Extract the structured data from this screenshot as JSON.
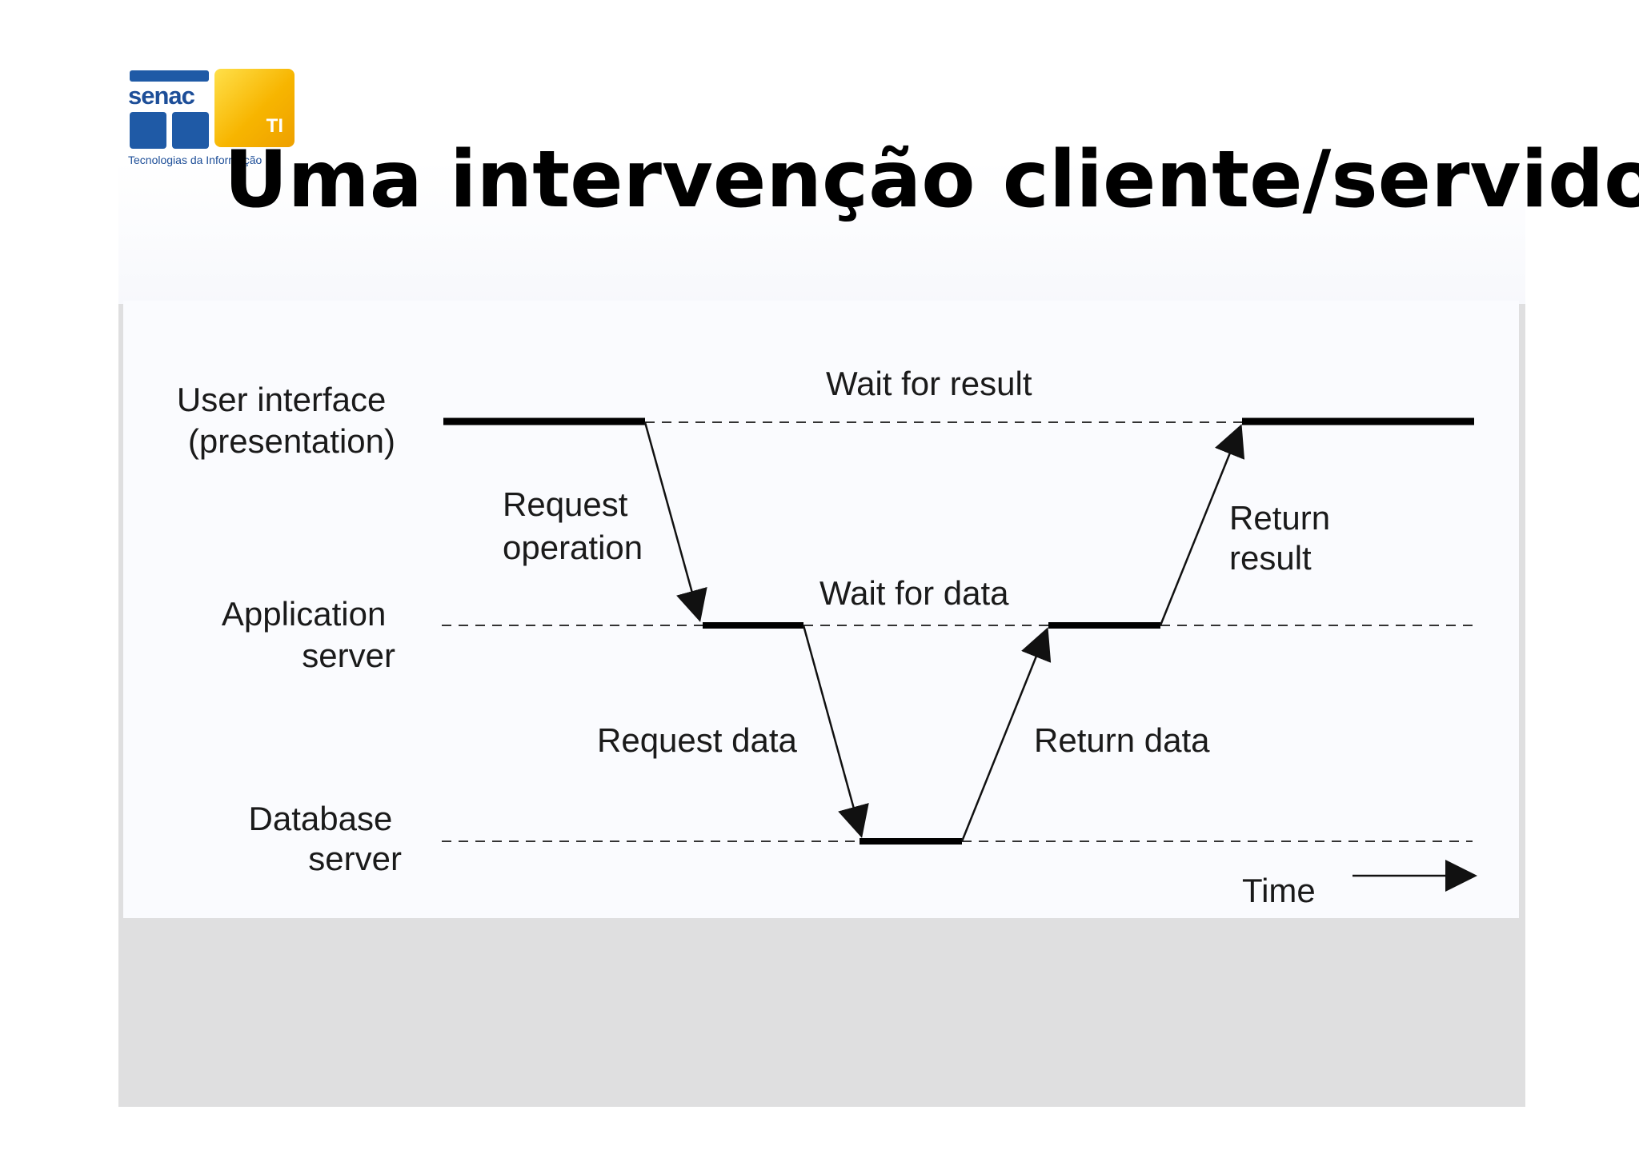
{
  "logo": {
    "word": "senac",
    "badge": "TI",
    "tagline": "Tecnologias da Informação"
  },
  "slide": {
    "title": "Uma intervenção cliente/servidor"
  },
  "diagram": {
    "lanes": [
      {
        "id": "ui",
        "label_lines": [
          "User interface",
          "(presentation)"
        ]
      },
      {
        "id": "app",
        "label_lines": [
          "Application",
          "server"
        ]
      },
      {
        "id": "db",
        "label_lines": [
          "Database",
          "server"
        ]
      }
    ],
    "messages": {
      "request_operation": [
        "Request",
        "operation"
      ],
      "request_data": "Request data",
      "return_data": "Return data",
      "return_result": [
        "Return",
        "result"
      ]
    },
    "waits": {
      "wait_for_result": "Wait for result",
      "wait_for_data": "Wait for data"
    },
    "time_label": "Time"
  }
}
